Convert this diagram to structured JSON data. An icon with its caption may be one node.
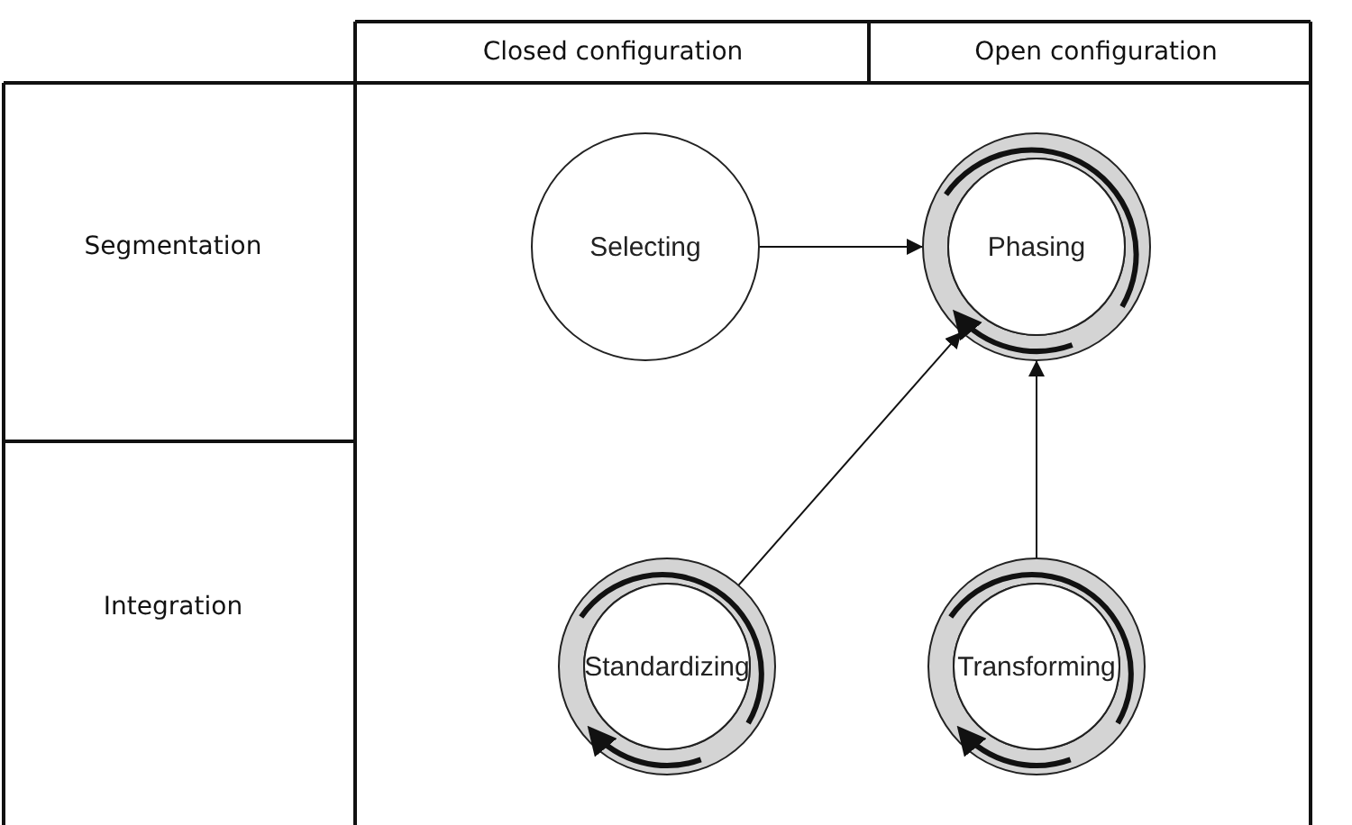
{
  "diagram": {
    "nodes": [
      {
        "text": [
          "Selecting"
        ]
      },
      {
        "text": [
          "Phasing"
        ]
      },
      {
        "text": [
          "Standardizing"
        ]
      },
      {
        "text": [
          "Transforming"
        ]
      }
    ],
    "edges": [
      {
        "from": 0,
        "to": 1,
        "arrow": "to"
      },
      {
        "from": 2,
        "to": 1,
        "arrow": "to"
      },
      {
        "from": 3,
        "to": 1,
        "arrow": "to"
      }
    ],
    "labels": [
      "Closed configuration",
      "Open configuration",
      "Segmentation",
      "Integration"
    ]
  }
}
